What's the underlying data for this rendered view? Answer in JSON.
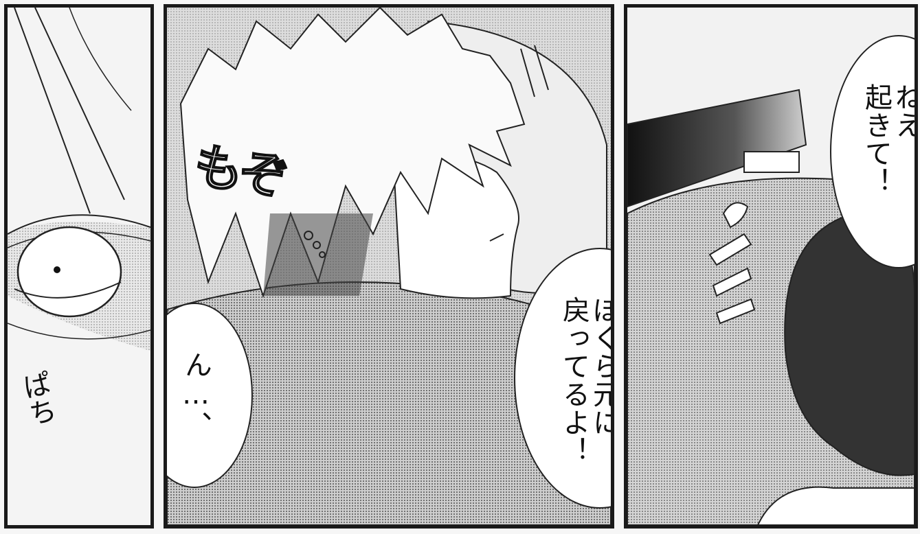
{
  "panels": [
    {
      "id": "panel-1",
      "sfx": "ぱち"
    },
    {
      "id": "panel-2",
      "sfx": "もぞ",
      "bubble_text": "ん…、"
    },
    {
      "id": "panel-3",
      "bubble_main": "ぼくら元に\n戻ってるよ！",
      "bubble_side": "ねえ\n起きて！"
    }
  ],
  "colors": {
    "ink": "#111111",
    "screentone": "#8a8a8a",
    "paper": "#ffffff"
  }
}
